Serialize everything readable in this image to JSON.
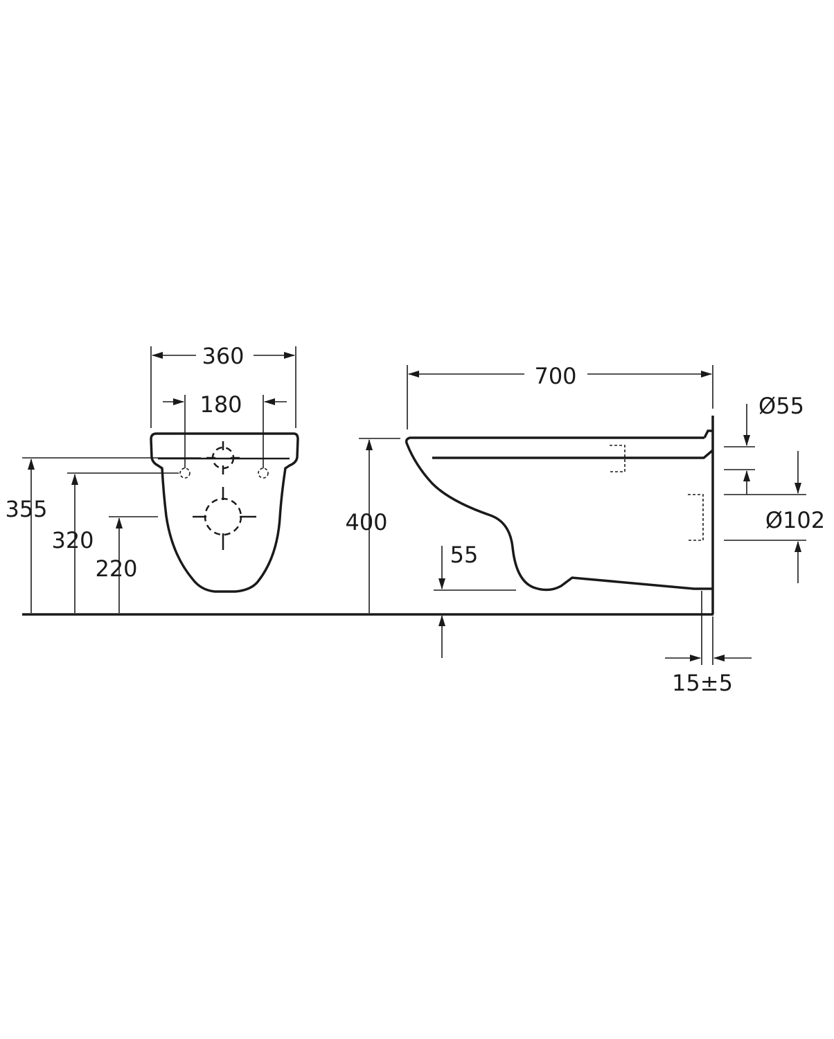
{
  "front_view": {
    "dim_width": "360",
    "dim_fixing_spacing": "180",
    "dim_height_355": "355",
    "dim_height_320": "320",
    "dim_height_220": "220"
  },
  "side_view": {
    "dim_depth": "700",
    "dim_height": "400",
    "dim_outlet_offset": "55",
    "dim_inlet_diameter": "Ø55",
    "dim_outlet_diameter": "Ø102",
    "dim_wall_gap": "15±5"
  },
  "colors": {
    "ink": "#1a1a1a",
    "background": "#ffffff"
  }
}
